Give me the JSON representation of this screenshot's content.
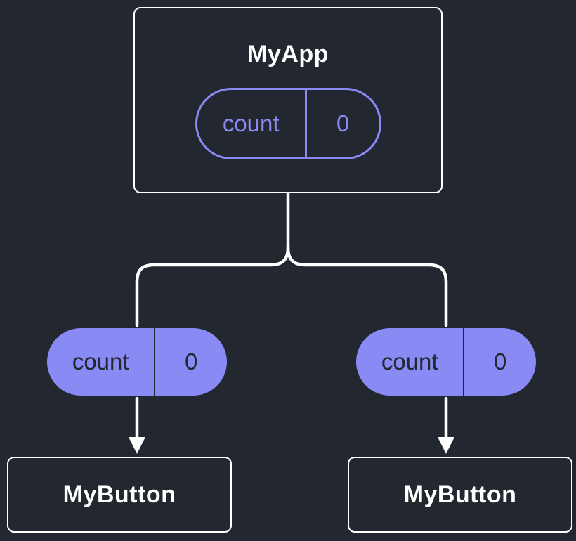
{
  "diagram": {
    "root_component": {
      "name": "MyApp",
      "state": {
        "label": "count",
        "value": "0"
      }
    },
    "edges": [
      {
        "prop": {
          "label": "count",
          "value": "0"
        },
        "target": "MyButton"
      },
      {
        "prop": {
          "label": "count",
          "value": "0"
        },
        "target": "MyButton"
      }
    ],
    "colors": {
      "background": "#23272f",
      "box_fill": "#23272f",
      "box_border": "#ffffff",
      "text": "#ffffff",
      "line": "#ffffff",
      "pill_fill": "#8a8af5",
      "pill_border": "#8a8af5",
      "pill_text_on_dark": "#8a8af5",
      "pill_text_on_fill": "#23272f"
    }
  }
}
